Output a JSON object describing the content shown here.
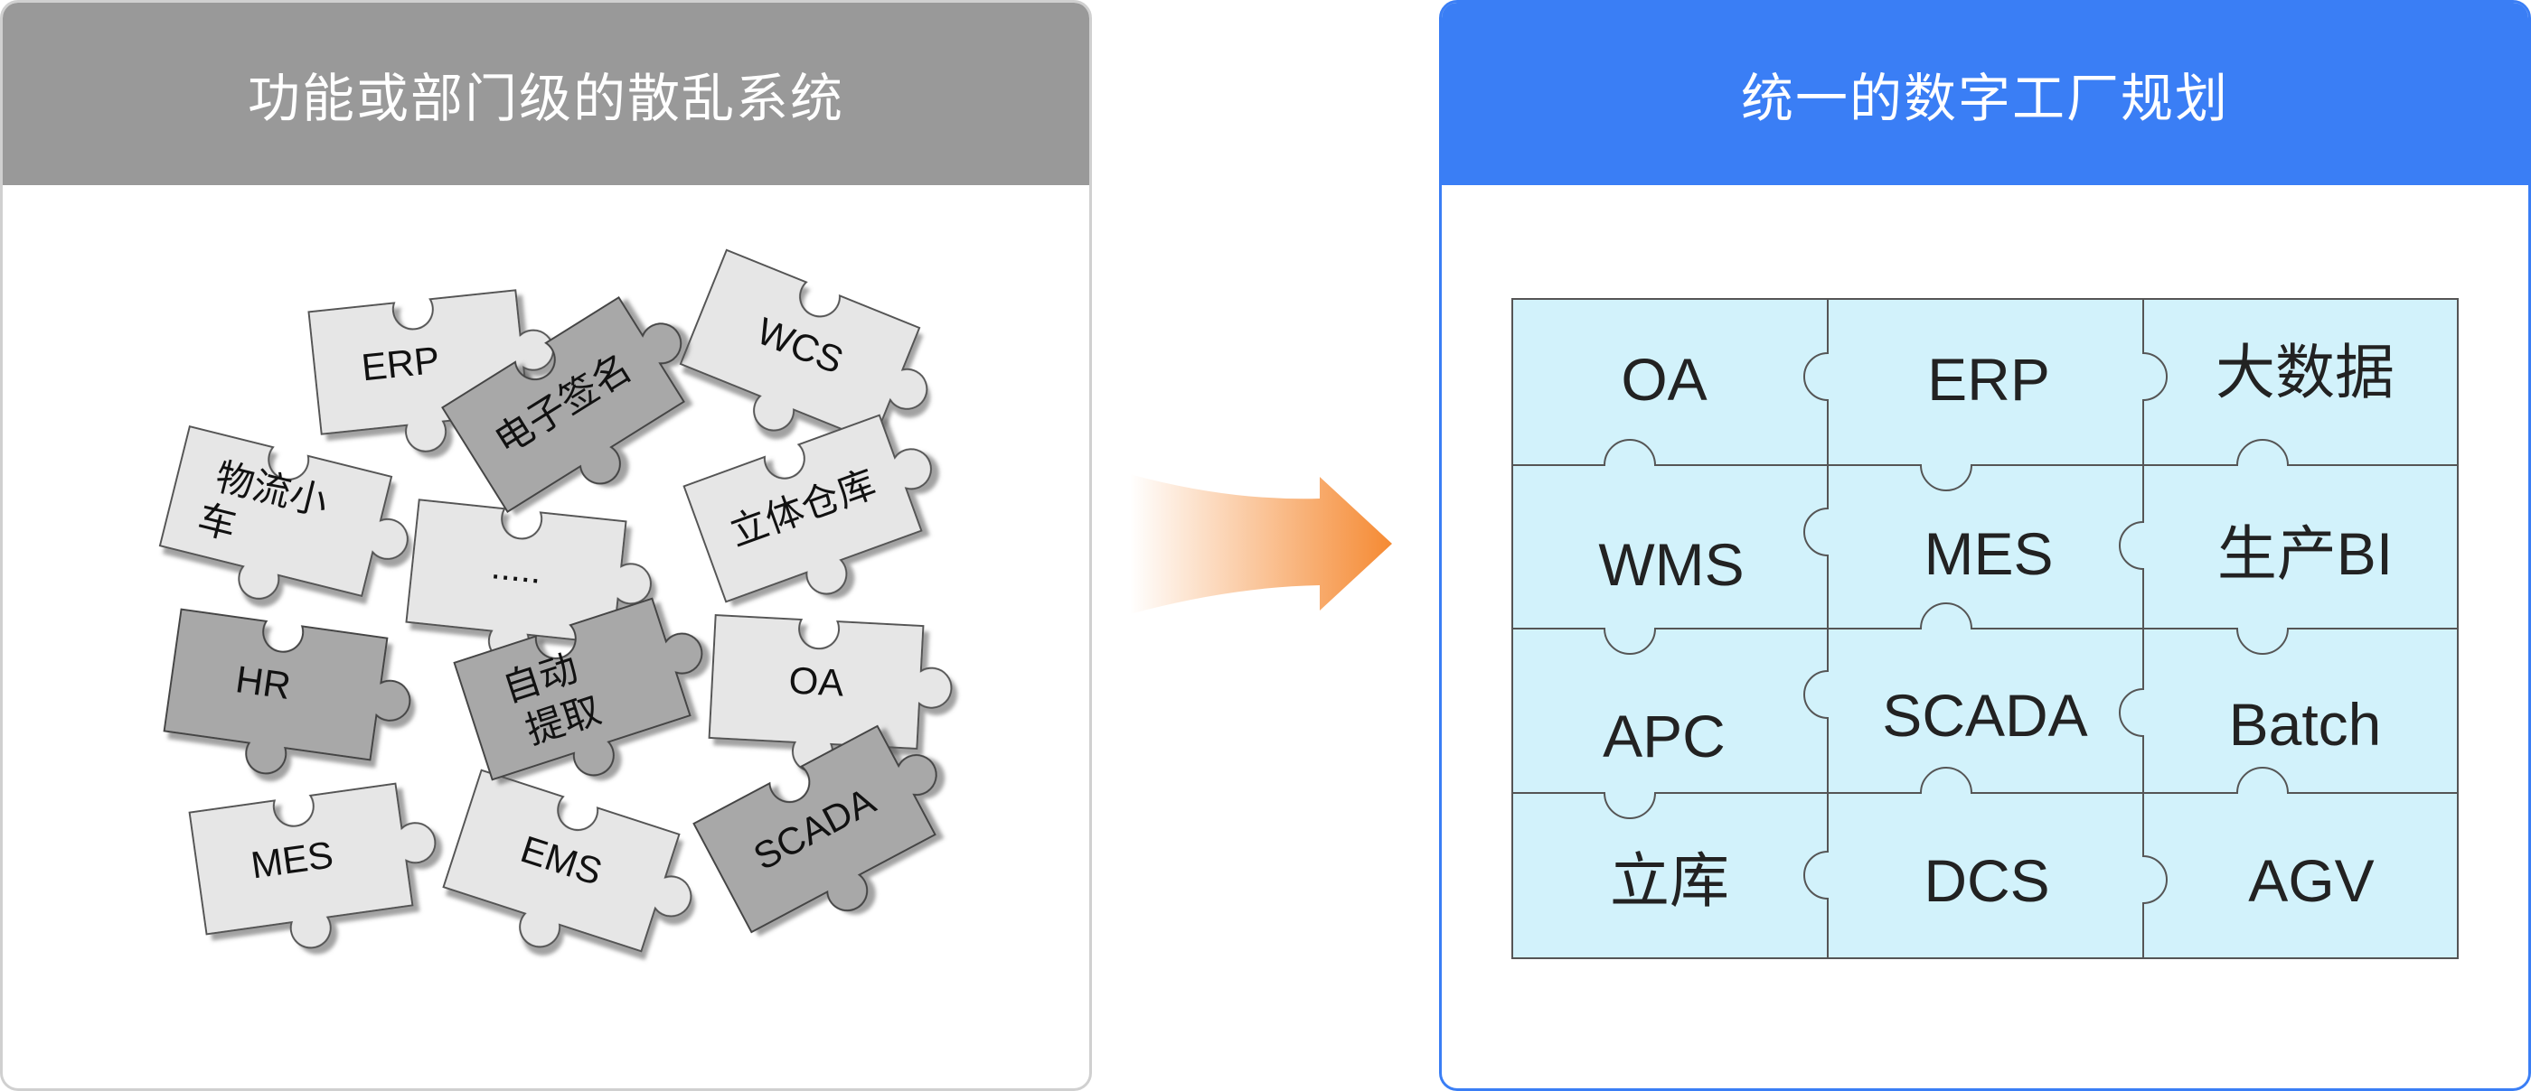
{
  "left": {
    "title": "功能或部门级的散乱系统",
    "pieces": [
      "ERP",
      "电子签名",
      "WCS",
      "物流小",
      "车",
      ".....",
      "立体仓库",
      "HR",
      "自动",
      "提取",
      "OA",
      "MES",
      "EMS",
      "SCADA"
    ]
  },
  "right": {
    "title": "统一的数字工厂规划",
    "cells": [
      "OA",
      "ERP",
      "大数据",
      "WMS",
      "MES",
      "生产BI",
      "APC",
      "SCADA",
      "Batch",
      "立库",
      "DCS",
      "AGV"
    ]
  },
  "colors": {
    "left_header": "#999999",
    "right_header": "#3a7ef5",
    "arrow": "#f58a33",
    "grid_fill": "#d2f2fb",
    "piece_light": "#e6e6e6",
    "piece_dark": "#a8a8a8"
  }
}
